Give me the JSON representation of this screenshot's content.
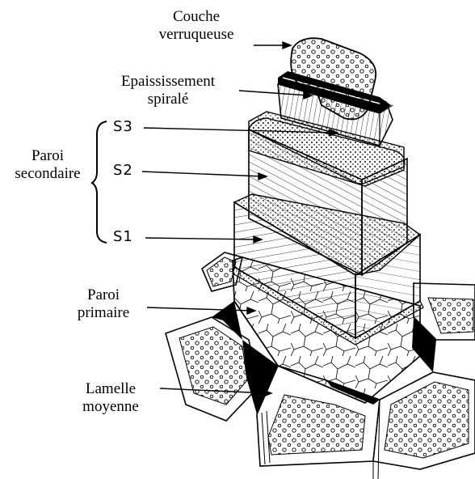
{
  "labels": {
    "couche_verruqueuse": [
      "Couche",
      "verruqueuse"
    ],
    "epaississement_spirale": [
      "Epaississement",
      "spiralé"
    ],
    "paroi_secondaire": [
      "Paroi",
      "secondaire"
    ],
    "paroi_primaire": [
      "Paroi",
      "primaire"
    ],
    "lamelle_moyenne": [
      "Lamelle",
      "moyenne"
    ]
  },
  "layers": {
    "s3": "S3",
    "s2": "S2",
    "s1": "S1"
  },
  "colors": {
    "ink": "#000000",
    "paper": "#ffffff"
  }
}
